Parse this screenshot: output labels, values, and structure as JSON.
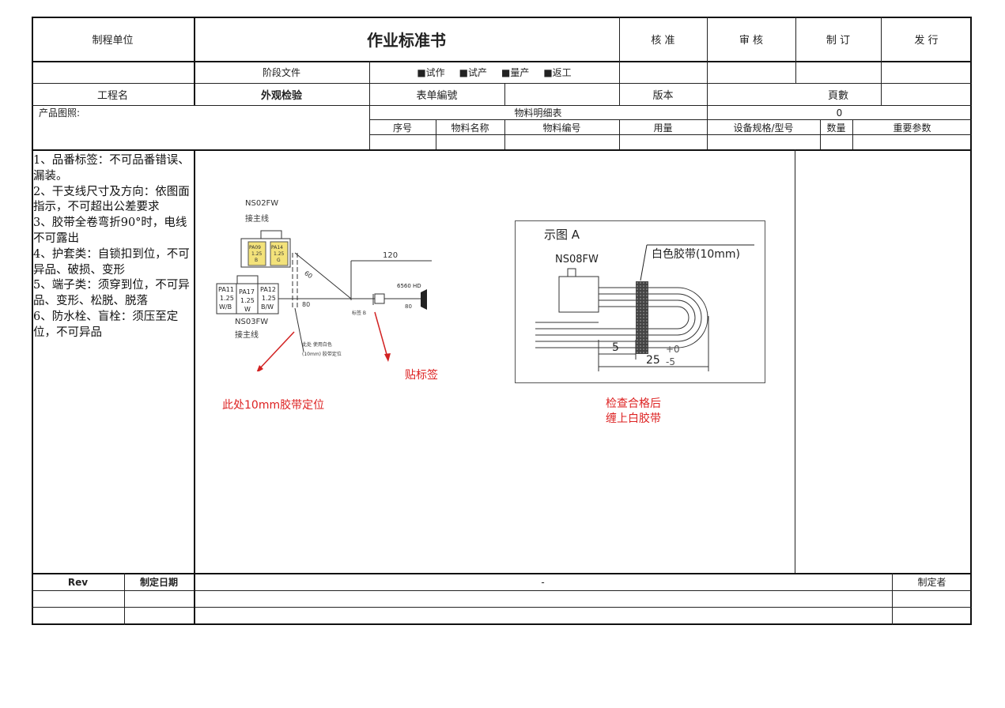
{
  "header": {
    "unit_label": "制程单位",
    "title": "作业标准书",
    "approve": "核 准",
    "review": "审 核",
    "draft": "制 订",
    "issue": "发 行"
  },
  "stage": {
    "label": "阶段文件",
    "options": [
      "■试作",
      "■试产",
      "■量产",
      "■返工"
    ]
  },
  "process": {
    "name_label": "工程名",
    "name_value": "外观检验",
    "form_no_label": "表单編號",
    "version_label": "版本",
    "page_label": "頁數"
  },
  "product_image_label": "产品图照:",
  "bom": {
    "title": "物料明细表",
    "count": "0",
    "columns": [
      "序号",
      "物料名称",
      "物料编号",
      "用量",
      "设备规格/型号",
      "数量",
      "重要参数"
    ]
  },
  "notes": [
    "1、品番标签：不可品番错误、漏装。",
    "2、干支线尺寸及方向：依图面指示，不可超出公差要求",
    "3、胶带全卷弯折90°时，电线不可露出",
    "4、护套类：自锁扣到位，不可异品、破损、变形",
    "5、端子类：须穿到位，不可异品、变形、松脱、脱落",
    "6、防水栓、盲栓：须压至定位，不可异品"
  ],
  "diagram_left": {
    "connector_top": "NS02FW",
    "connector_top_sub": "接主线",
    "connector_bottom": "NS03FW",
    "connector_bottom_sub": "接主线",
    "pins": [
      {
        "id": "PA11",
        "gauge": "1.25",
        "color": "W/B"
      },
      {
        "id": "PA17",
        "gauge": "1.25",
        "color": "W"
      },
      {
        "id": "PA12",
        "gauge": "1.25",
        "color": "B/W"
      }
    ],
    "top_pins": [
      {
        "id": "PA09",
        "gauge": "1.25",
        "color": "B"
      },
      {
        "id": "PA14",
        "gauge": "1.25",
        "color": "G"
      }
    ],
    "dim_120": "120",
    "dim_60": "60",
    "dim_80a": "80",
    "dim_80b": "80",
    "label_code": "6560 HD",
    "small_note_1": "标签 B",
    "small_note_2": "此处 使用白色",
    "small_note_3": "(10mm) 胶带定位",
    "red_left": "此处10mm胶带定位",
    "red_mid": "贴标签"
  },
  "diagram_right": {
    "title": "示图 A",
    "connector": "NS08FW",
    "tape_label": "白色胶带(10mm)",
    "dim_5": "5",
    "dim_25": "25",
    "tol_plus": "+0",
    "tol_minus": "-5",
    "red_line1": "检查合格后",
    "red_line2": "缠上白胶带"
  },
  "footer": {
    "rev_label": "Rev",
    "date_label": "制定日期",
    "middle": "-",
    "author_label": "制定者"
  },
  "colors": {
    "red": "#d22222",
    "connector_yellow": "#f3e27a"
  }
}
